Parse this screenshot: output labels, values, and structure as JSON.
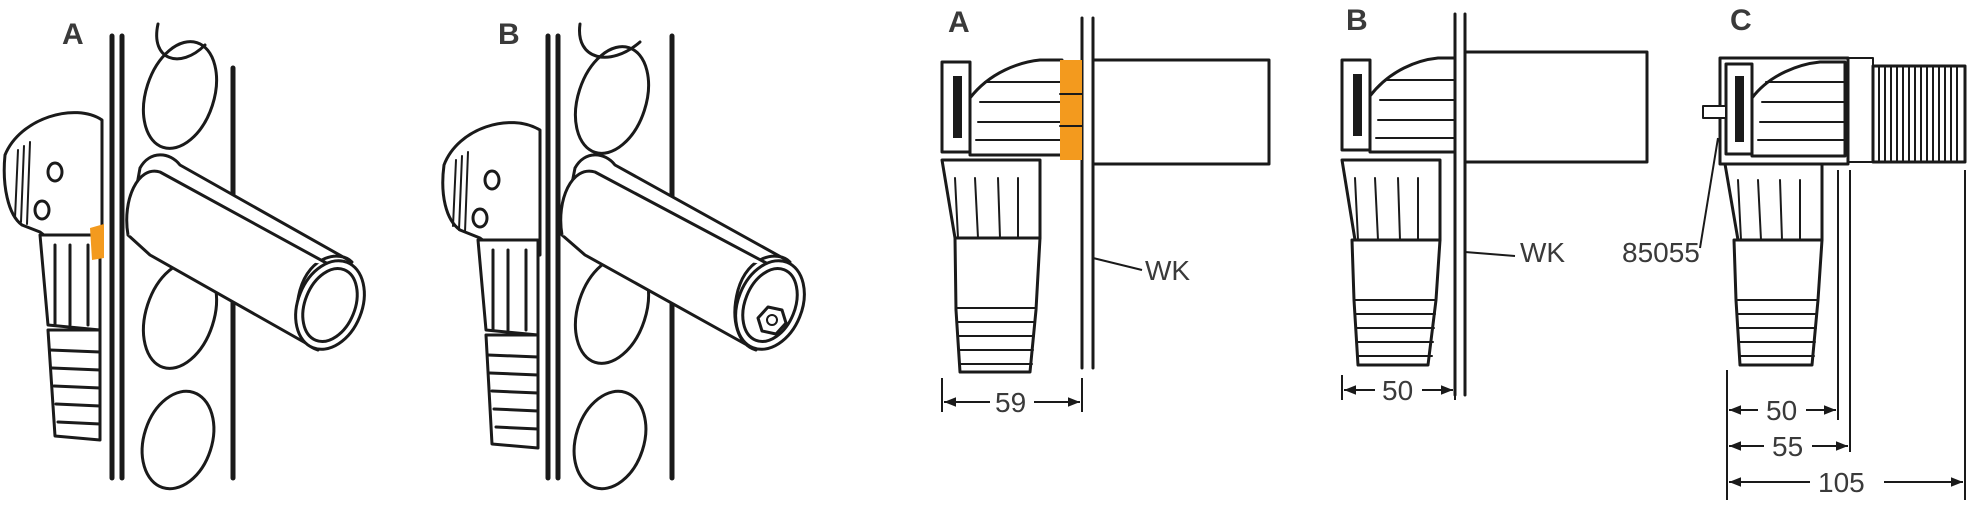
{
  "figure": {
    "labels": {
      "persp_a": "A",
      "persp_b": "B",
      "side_a": "A",
      "side_b": "B",
      "side_c": "C"
    },
    "callouts": {
      "wk_a": "WK",
      "wk_b": "WK",
      "part_c": "85055"
    },
    "dimensions": {
      "a_width": "59",
      "b_width": "50",
      "c_inner": "50",
      "c_mid": "55",
      "c_total": "105"
    },
    "colors": {
      "accent": "#f39a1e",
      "line": "#1a1a1a",
      "label": "#3a3a3a",
      "background": "#ffffff"
    }
  }
}
